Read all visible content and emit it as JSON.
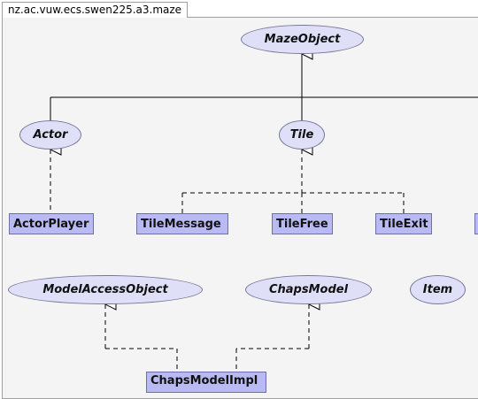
{
  "package_tab": {
    "label": "nz.ac.vuw.ecs.swen225.a3.maze"
  },
  "interfaces": {
    "maze_object": "MazeObject",
    "actor": "Actor",
    "tile": "Tile",
    "model_access_object": "ModelAccessObject",
    "chaps_model": "ChapsModel",
    "item": "Item"
  },
  "classes": {
    "actor_player": "ActorPlayer",
    "tile_message": "TileMessage",
    "tile_free": "TileFree",
    "tile_exit": "TileExit",
    "chaps_model_impl": "ChapsModelImpl"
  },
  "colors": {
    "interface_fill": "#dfe0f8",
    "class_fill": "#b9baf4",
    "canvas_background": "#f4f4f4"
  }
}
